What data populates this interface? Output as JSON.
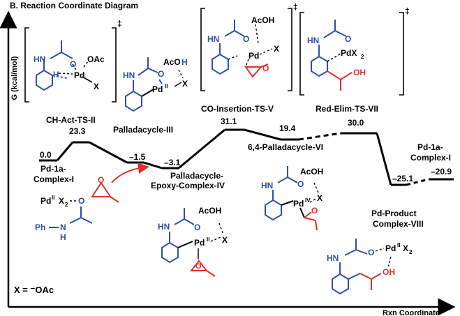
{
  "figure": {
    "panel_title": "B. Reaction Coordinate Diagram",
    "y_axis_label": "G (kcal/mol)",
    "x_axis_label": "Rxn Coordinate",
    "legend_note": "X = ⁻OAc",
    "dagger": "‡"
  },
  "species": [
    {
      "id": "pd1a",
      "label_lines": [
        "Pd-1a-",
        "Complex-I"
      ],
      "energy": "0.0"
    },
    {
      "id": "chact",
      "label_lines": [
        "CH-Act-TS-II"
      ],
      "energy": "23.3"
    },
    {
      "id": "pdcyc3",
      "label_lines": [
        "Palladacycle-III"
      ],
      "energy": "–1.5"
    },
    {
      "id": "epoxy4",
      "label_lines": [
        "Palladacycle-",
        "Epoxy-Complex-IV"
      ],
      "energy": "–3.1"
    },
    {
      "id": "coins5",
      "label_lines": [
        "CO-Insertion-TS-V"
      ],
      "energy": "31.1"
    },
    {
      "id": "pdcyc6",
      "label_lines": [
        "6,4-Palladacycle-VI"
      ],
      "energy": "19.4"
    },
    {
      "id": "redelim7",
      "label_lines": [
        "Red-Elim-TS-VII"
      ],
      "energy": "30.0"
    },
    {
      "id": "prod8",
      "label_lines": [
        "Pd-Product",
        "Complex-VIII"
      ],
      "energy": "–25.1"
    },
    {
      "id": "pd1a_end",
      "label_lines": [
        "Pd-1a-",
        "Complex-I"
      ],
      "energy": "–20.9"
    }
  ],
  "struct_text": {
    "hn": "HN",
    "h": "H",
    "o": "O",
    "oac": "OAc",
    "x": "X",
    "pd": "Pd",
    "pd2": "Pd",
    "pd2_sup": "II",
    "pd4_sup": "IV",
    "acoh_aco": "AcO",
    "acoh_h": "H",
    "acoh_full": "AcOH",
    "pdx2": "PdX",
    "x2_sub": "2",
    "oh": "OH",
    "ph": "Ph",
    "n": "N",
    "nh_h": "H",
    "pdx2_free": "Pd",
    "pdx2_free_sup": "II",
    "pdx2_free_x": "X",
    "pdx2_free_sub": "2"
  },
  "colors": {
    "ligand_blue": "#2f4fa8",
    "epoxide_red": "#e0302a",
    "profile_black": "#000000"
  }
}
